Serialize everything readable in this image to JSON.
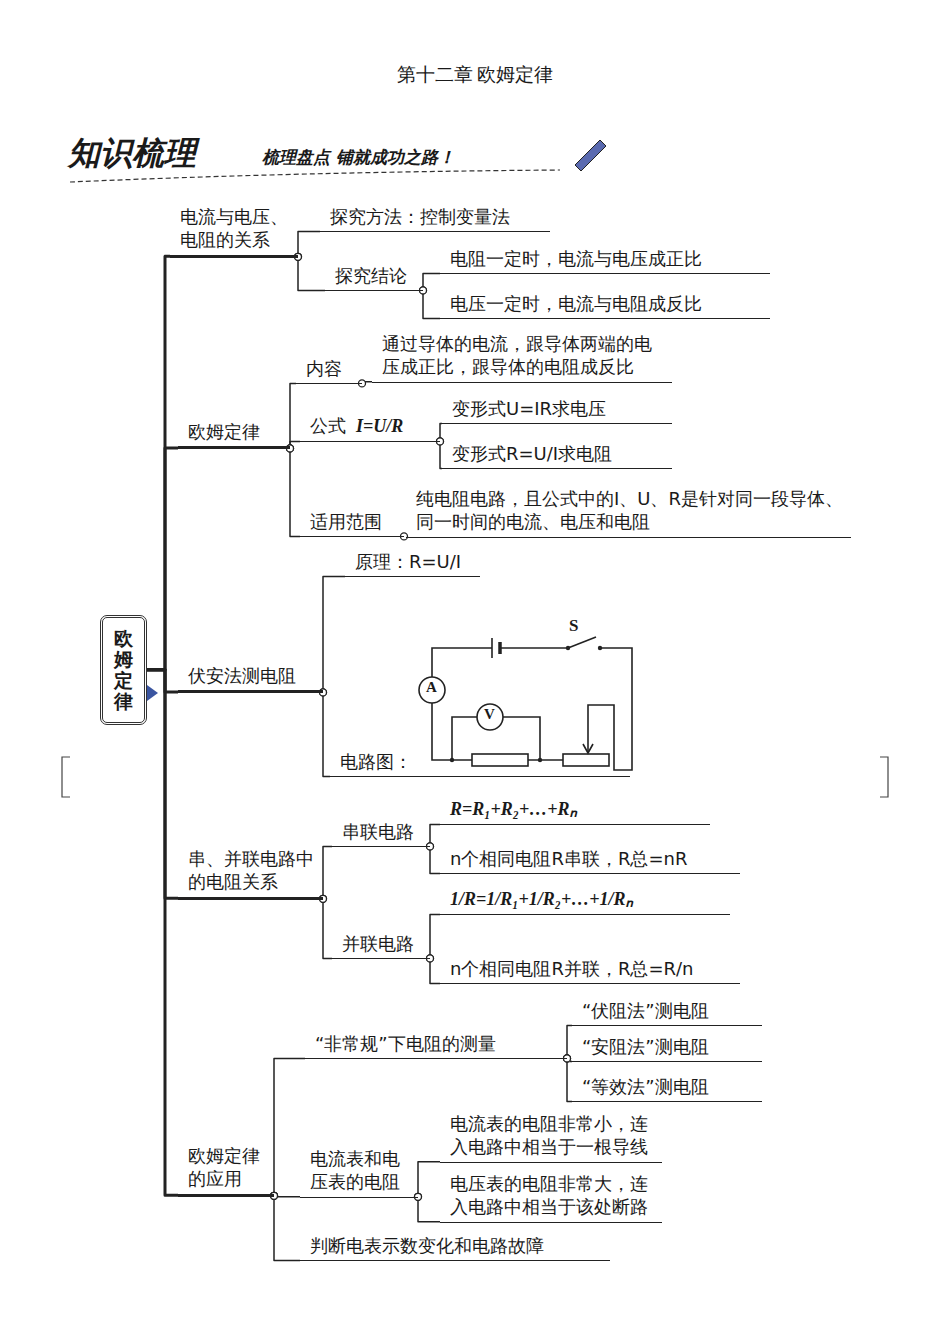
{
  "diagram": {
    "title": "第十二章 欧姆定律",
    "nodes": [
      {
        "text": [
          "欧姆定律"
        ]
      },
      {
        "text": [
          "电流与电压、电阻的关系"
        ]
      },
      {
        "text": [
          "探究方法：控制变量法"
        ]
      },
      {
        "text": [
          "探究结论"
        ]
      },
      {
        "text": [
          "电阻一定时，电流与电压成正比"
        ]
      },
      {
        "text": [
          "电压一定时，电流与电阻成反比"
        ]
      },
      {
        "text": [
          "欧姆定律"
        ]
      },
      {
        "text": [
          "内容"
        ]
      },
      {
        "text": [
          "通过导体的电流，跟导体两端的电压成正比，跟导体的电阻成反比"
        ]
      },
      {
        "text": [
          "公式",
          "I=U/R"
        ]
      },
      {
        "text": [
          "变形式U=IR求电压"
        ]
      },
      {
        "text": [
          "变形式R=U/I求电阻"
        ]
      },
      {
        "text": [
          "适用范围"
        ]
      },
      {
        "text": [
          "纯电阻电路，且公式中的I、U、R是针对同一段导体、同一时间的电流、电压和电阻"
        ]
      },
      {
        "text": [
          "伏安法测电阻"
        ]
      },
      {
        "text": [
          "原理：R=U/I"
        ]
      },
      {
        "text": [
          "电路图："
        ]
      },
      {
        "text": [
          "串、并联电路中的电阻关系"
        ]
      },
      {
        "text": [
          "串联电路"
        ]
      },
      {
        "text": [
          "R=R₁+R₂+…+Rₙ"
        ]
      },
      {
        "text": [
          "n个相同电阻R串联，R总=nR"
        ]
      },
      {
        "text": [
          "并联电路"
        ]
      },
      {
        "text": [
          "1/R=1/R₁+1/R₂+…+1/Rₙ"
        ]
      },
      {
        "text": [
          "n个相同电阻R并联，R总=R/n"
        ]
      },
      {
        "text": [
          "欧姆定律的应用"
        ]
      },
      {
        "text": [
          "“非常规”下电阻的测量"
        ]
      },
      {
        "text": [
          "“伏阻法”测电阻"
        ]
      },
      {
        "text": [
          "“安阻法”测电阻"
        ]
      },
      {
        "text": [
          "“等效法”测电阻"
        ]
      },
      {
        "text": [
          "电流表和电压表的电阻"
        ]
      },
      {
        "text": [
          "电流表的电阻非常小，连入电路中相当于一根导线"
        ]
      },
      {
        "text": [
          "电压表的电阻非常大，连入电路中相当于该处断路"
        ]
      },
      {
        "text": [
          "判断电表示数变化和电路故障"
        ]
      }
    ],
    "edges": [
      {
        "from": 0,
        "to": 1,
        "arrow": "none"
      },
      {
        "from": 0,
        "to": 6,
        "arrow": "none"
      },
      {
        "from": 0,
        "to": 14,
        "arrow": "none"
      },
      {
        "from": 0,
        "to": 17,
        "arrow": "none"
      },
      {
        "from": 0,
        "to": 24,
        "arrow": "none"
      },
      {
        "from": 1,
        "to": 2,
        "arrow": "none"
      },
      {
        "from": 1,
        "to": 3,
        "arrow": "none"
      },
      {
        "from": 3,
        "to": 4,
        "arrow": "none"
      },
      {
        "from": 3,
        "to": 5,
        "arrow": "none"
      },
      {
        "from": 6,
        "to": 7,
        "arrow": "none"
      },
      {
        "from": 6,
        "to": 9,
        "arrow": "none"
      },
      {
        "from": 6,
        "to": 12,
        "arrow": "none"
      },
      {
        "from": 7,
        "to": 8,
        "arrow": "none"
      },
      {
        "from": 9,
        "to": 10,
        "arrow": "none"
      },
      {
        "from": 9,
        "to": 11,
        "arrow": "none"
      },
      {
        "from": 12,
        "to": 13,
        "arrow": "none"
      },
      {
        "from": 14,
        "to": 15,
        "arrow": "none"
      },
      {
        "from": 14,
        "to": 16,
        "arrow": "none"
      },
      {
        "from": 17,
        "to": 18,
        "arrow": "none"
      },
      {
        "from": 17,
        "to": 21,
        "arrow": "none"
      },
      {
        "from": 18,
        "to": 19,
        "arrow": "none"
      },
      {
        "from": 18,
        "to": 20,
        "arrow": "none"
      },
      {
        "from": 21,
        "to": 22,
        "arrow": "none"
      },
      {
        "from": 21,
        "to": 23,
        "arrow": "none"
      },
      {
        "from": 24,
        "to": 25,
        "arrow": "none"
      },
      {
        "from": 24,
        "to": 29,
        "arrow": "none"
      },
      {
        "from": 24,
        "to": 32,
        "arrow": "none"
      },
      {
        "from": 25,
        "to": 26,
        "arrow": "none"
      },
      {
        "from": 25,
        "to": 27,
        "arrow": "none"
      },
      {
        "from": 25,
        "to": 28,
        "arrow": "none"
      },
      {
        "from": 29,
        "to": 30,
        "arrow": "none"
      },
      {
        "from": 29,
        "to": 31,
        "arrow": "none"
      }
    ],
    "labels": [
      "知识梳理",
      "梳理盘点 铺就成功之路！",
      "S",
      "A",
      "V"
    ]
  }
}
